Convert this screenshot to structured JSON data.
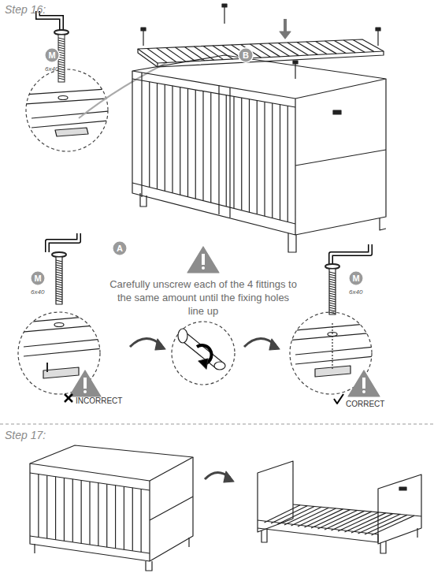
{
  "diagram": {
    "nodes": [
      {
        "text": [
          "M"
        ]
      },
      {
        "text": [
          "B"
        ]
      },
      {
        "text": [
          "A"
        ]
      },
      {
        "text": [
          "M"
        ]
      },
      {
        "text": [
          "M"
        ]
      }
    ],
    "labels": [
      "Step 16:",
      "6x40",
      "6x40",
      "Carefully unscrew each of the 4 fittings to the same amount until the fixing holes line up",
      "6x40",
      "INCORRECT",
      "CORRECT",
      "Step 17:"
    ]
  }
}
